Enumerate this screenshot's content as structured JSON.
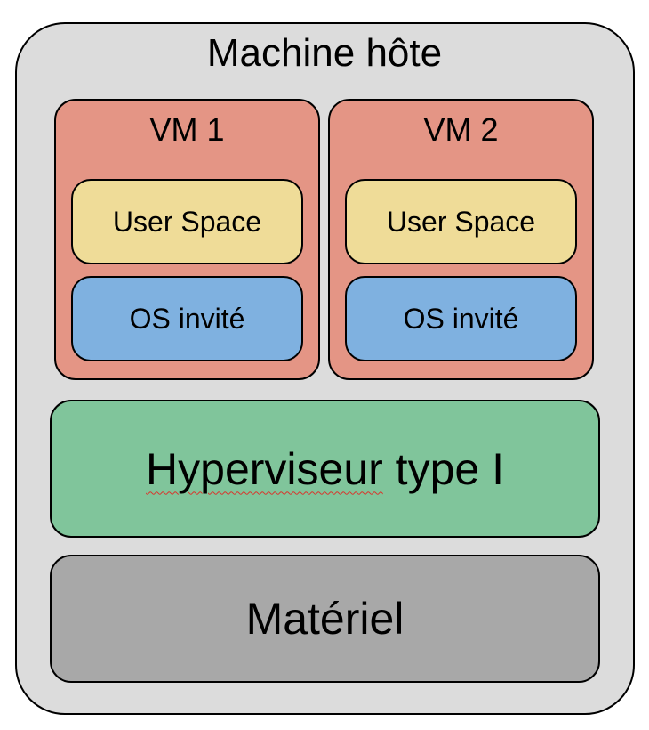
{
  "host": {
    "label": "Machine hôte",
    "color": "#dcdcdc"
  },
  "vms": [
    {
      "label": "VM 1",
      "user_space": "User Space",
      "guest_os": "OS invité"
    },
    {
      "label": "VM 2",
      "user_space": "User Space",
      "guest_os": "OS invité"
    }
  ],
  "hypervisor": {
    "word": "Hyperviseur",
    "rest": " type I"
  },
  "hardware": {
    "label": "Matériel"
  },
  "colors": {
    "vm": "#e49585",
    "user_space": "#efdc98",
    "guest_os": "#7fb1e0",
    "hypervisor": "#80c59b",
    "hardware": "#a8a8a8"
  }
}
